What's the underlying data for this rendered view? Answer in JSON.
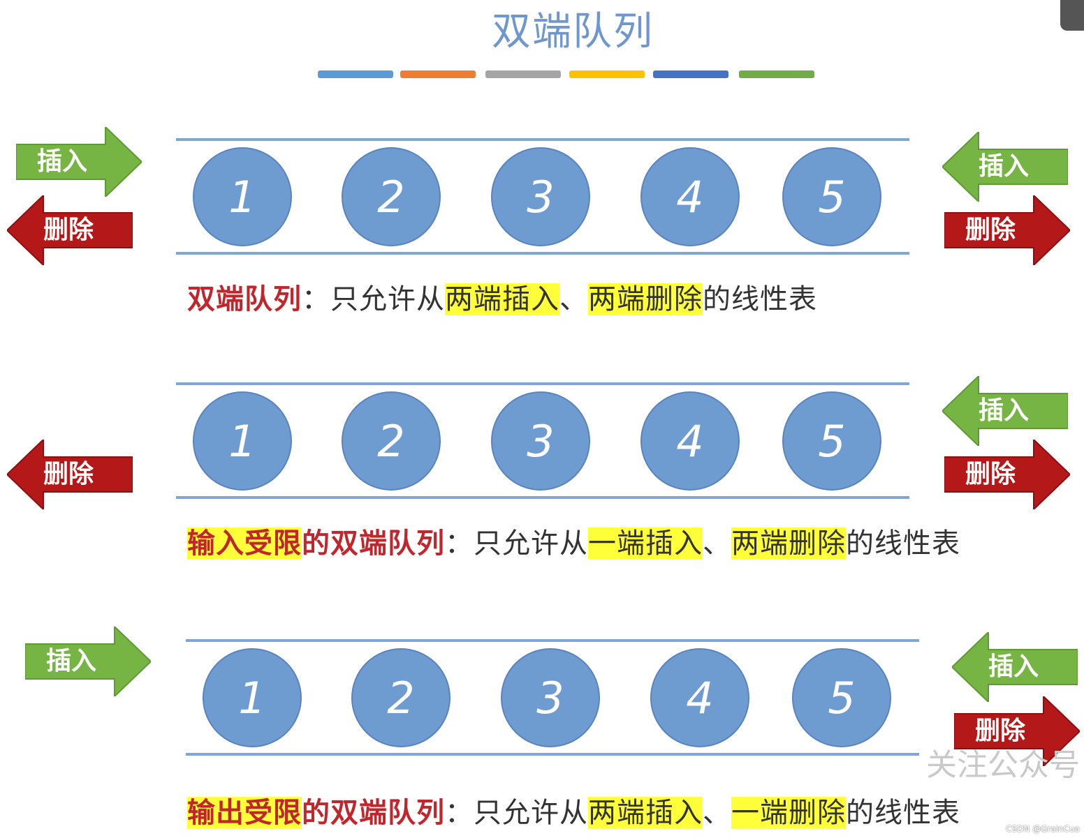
{
  "title": "双端队列",
  "stripe_colors": [
    "#5b9bd5",
    "#ed7d31",
    "#a5a5a5",
    "#ffc000",
    "#4472c4",
    "#70ad47"
  ],
  "colors": {
    "insert_arrow": "#76b444",
    "delete_arrow": "#b41818",
    "ball": "#6e9bd0",
    "rail": "#7ea6d8",
    "highlight": "#ffff3a",
    "term": "#c0262c"
  },
  "labels": {
    "insert": "插入",
    "delete": "删除"
  },
  "rows": [
    {
      "balls": [
        "1",
        "2",
        "3",
        "4",
        "5"
      ],
      "caption": {
        "term": "双端队列",
        "colon": "：",
        "pre": "只允许从",
        "insert_part": "两端插入",
        "sep": "、",
        "delete_part": "两端删除",
        "post": "的线性表"
      }
    },
    {
      "balls": [
        "1",
        "2",
        "3",
        "4",
        "5"
      ],
      "caption": {
        "term_hl": "输入受限",
        "term_rest": "的双端队列",
        "colon": "：",
        "pre": "只允许从",
        "insert_part": "一端插入",
        "sep": "、",
        "delete_part": "两端删除",
        "post": "的线性表"
      }
    },
    {
      "balls": [
        "1",
        "2",
        "3",
        "4",
        "5"
      ],
      "caption": {
        "term_hl": "输出受限",
        "term_rest": "的双端队列",
        "colon": "：",
        "pre": "只允许从",
        "insert_part": "两端插入",
        "sep": "、",
        "delete_part": "一端删除",
        "post": "的线性表"
      }
    }
  ],
  "watermark": "关注公众号",
  "credit": "CSDN @GrainCuo"
}
